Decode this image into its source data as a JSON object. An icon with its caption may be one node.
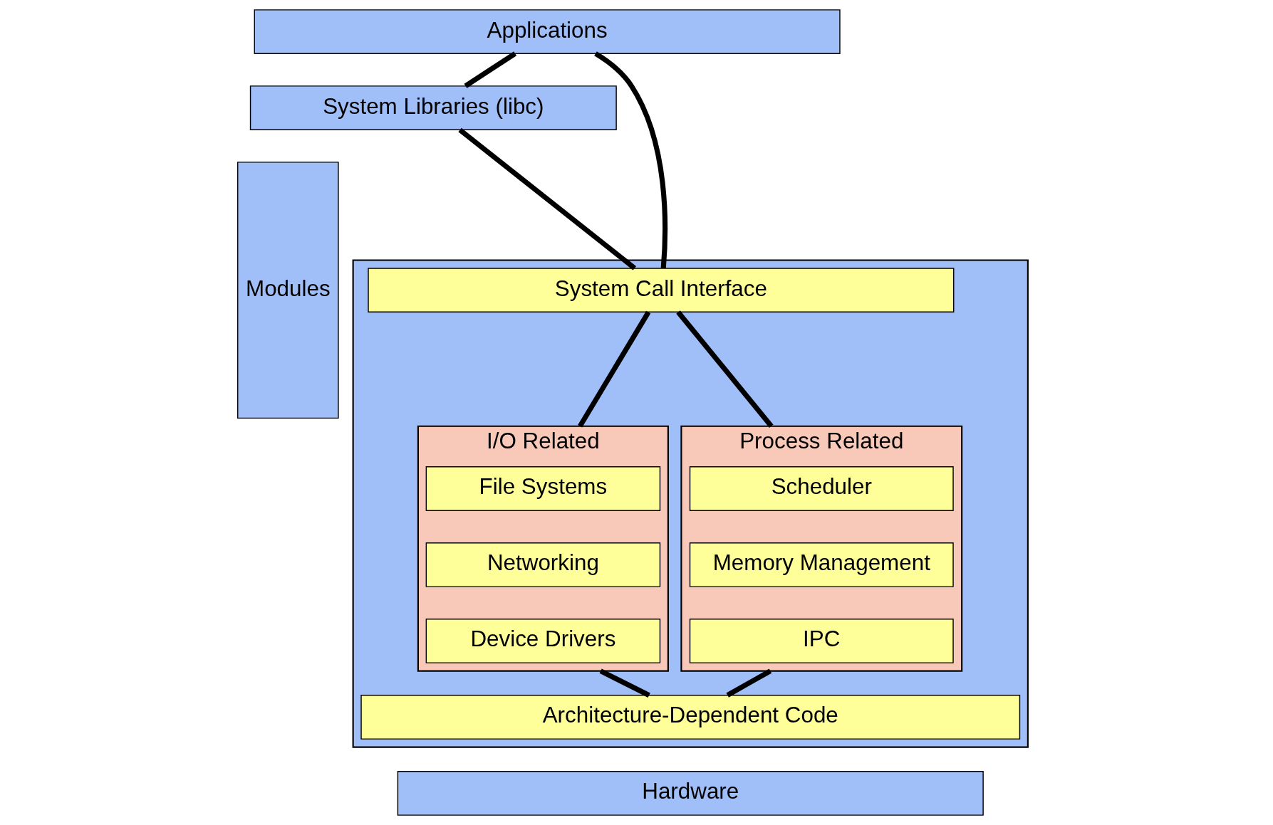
{
  "diagram": {
    "nodes": [
      {
        "text": [
          "Applications"
        ]
      },
      {
        "text": [
          "System Libraries (libc)"
        ]
      },
      {
        "text": [
          "Modules"
        ]
      },
      {
        "text": [],
        "shape": "box"
      },
      {
        "text": [
          "System Call Interface"
        ],
        "in": 3
      },
      {
        "text": [
          "I/O Related"
        ],
        "in": 3
      },
      {
        "text": [
          "File Systems"
        ],
        "in": 5
      },
      {
        "text": [
          "Networking"
        ],
        "in": 5
      },
      {
        "text": [
          "Device Drivers"
        ],
        "in": 5
      },
      {
        "text": [
          "Process Related"
        ],
        "in": 3
      },
      {
        "text": [
          "Scheduler"
        ],
        "in": 9
      },
      {
        "text": [
          "Memory Management"
        ],
        "in": 9
      },
      {
        "text": [
          "IPC"
        ],
        "in": 9
      },
      {
        "text": [
          "Architecture-Dependent Code"
        ],
        "in": 3
      },
      {
        "text": [
          "Hardware"
        ]
      }
    ],
    "edges": [
      {
        "from": 0,
        "to": 1,
        "arrow": "none"
      },
      {
        "from": 1,
        "to": 4,
        "arrow": "none"
      },
      {
        "from": 0,
        "to": 4,
        "arrow": "none"
      },
      {
        "from": 4,
        "to": 5,
        "arrow": "none"
      },
      {
        "from": 4,
        "to": 9,
        "arrow": "none"
      },
      {
        "from": 5,
        "to": 13,
        "arrow": "none"
      },
      {
        "from": 9,
        "to": 13,
        "arrow": "none"
      }
    ]
  }
}
